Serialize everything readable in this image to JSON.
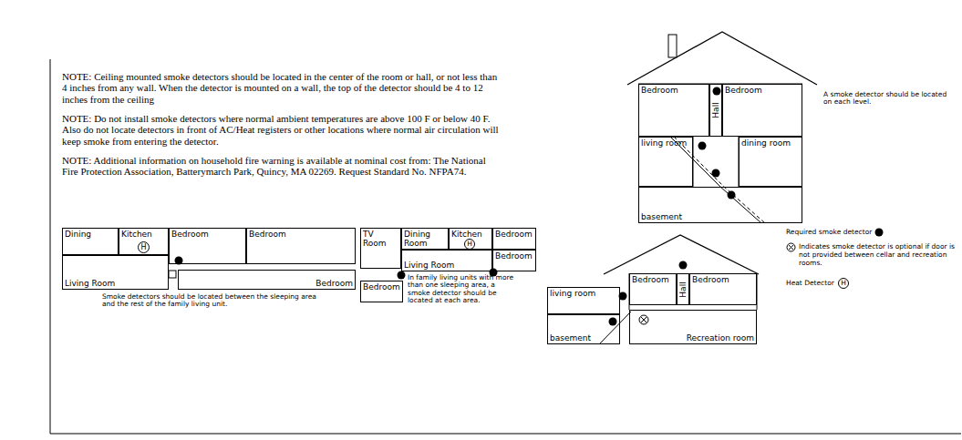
{
  "diagram": {
    "nodes": [
      {
        "text": [
          "Bedroom"
        ]
      },
      {
        "text": [
          "Hall"
        ]
      },
      {
        "text": [
          "Bedroom"
        ]
      },
      {
        "text": [
          "living room"
        ]
      },
      {
        "text": [
          "dining room"
        ]
      },
      {
        "text": [
          "basement"
        ]
      },
      {
        "text": [
          "Dining"
        ]
      },
      {
        "text": [
          "Kitchen"
        ]
      },
      {
        "text": [
          "Bedroom"
        ]
      },
      {
        "text": [
          "Bedroom"
        ]
      },
      {
        "text": [
          "Living Room"
        ]
      },
      {
        "text": [
          "Bedroom"
        ]
      },
      {
        "text": [
          "TV Room"
        ]
      },
      {
        "text": [
          "Dining Room"
        ]
      },
      {
        "text": [
          "Kitchen"
        ]
      },
      {
        "text": [
          "Bedroom"
        ]
      },
      {
        "text": [
          "Living Room"
        ]
      },
      {
        "text": [
          "Bedroom"
        ]
      },
      {
        "text": [
          "Bedroom"
        ]
      },
      {
        "text": [
          "living room"
        ]
      },
      {
        "text": [
          "basement"
        ]
      },
      {
        "text": [
          "Bedroom"
        ]
      },
      {
        "text": [
          "Hall"
        ]
      },
      {
        "text": [
          "Bedroom"
        ]
      },
      {
        "text": [
          "Recreation room"
        ]
      }
    ],
    "edges": [],
    "labels": [
      "NOTE: Ceiling mounted smoke detectors should be located in the center of the room or hall, or not less than 4 inches from any wall. When the detector is mounted on a wall, the top of the detector should be 4 to 12 inches from the ceiling",
      "NOTE: Do not install smoke detectors where normal ambient temperatures are above 100 F or below 40 F. Also do not locate detectors in front of AC/Heat registers or other locations where normal air circulation will keep smoke from entering the detector.",
      "NOTE: Additional information on household fire warning is available at nominal cost from: The National Fire Protection Association, Batterymarch Park, Quincy, MA 02269. Request Standard No. NFPA74.",
      "A smoke detector should be located on each level.",
      "H",
      "Smoke detectors should be located between the sleeping area and the rest of the family living unit.",
      "H",
      "In family living units with more than one sleeping area, a smoke detector should be located at each area.",
      "H"
    ],
    "legend": [
      {
        "text": "Required smoke detector"
      },
      {
        "text": "Indicates smoke detector is optional if door is not provided between cellar and recreation rooms."
      },
      {
        "text": "Heat Detector"
      }
    ]
  }
}
